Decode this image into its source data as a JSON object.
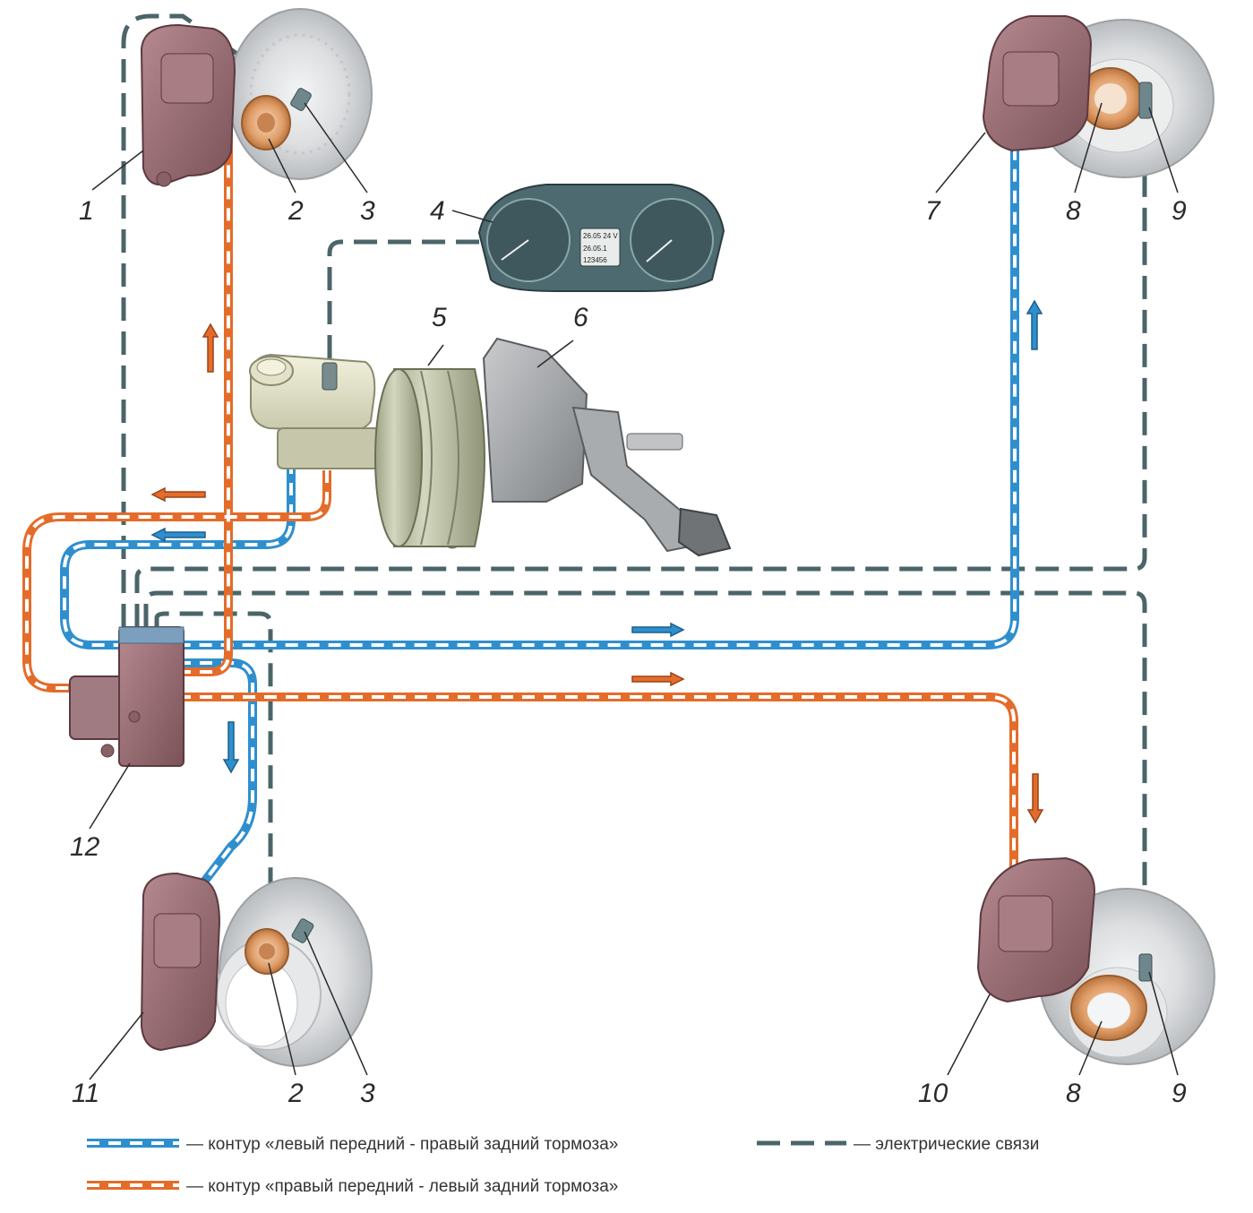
{
  "colors": {
    "blue_circuit": "#2f8fce",
    "orange_circuit": "#e46c2a",
    "electric": "#4b6568",
    "caliper": "#9a6f76",
    "disc": "#d3d5d7",
    "booster": "#b8bda3",
    "cluster": "#4d6a70",
    "sensor_ring": "#e09d67"
  },
  "labels": {
    "n1": "1",
    "n2_top": "2",
    "n3_top": "3",
    "n4": "4",
    "n5": "5",
    "n6": "6",
    "n7": "7",
    "n8_top": "8",
    "n9_top": "9",
    "n10": "10",
    "n8_bottom": "8",
    "n9_bottom": "9",
    "n11": "11",
    "n2_bottom": "2",
    "n3_bottom": "3",
    "n12": "12"
  },
  "legend": {
    "blue": "— контур «левый передний - правый задний тормоза»",
    "orange": "— контур «правый передний - левый задний тормоза»",
    "electric": "— электрические связи"
  },
  "cluster": {
    "line1": "26.05    24 V",
    "line2": "26.05.1",
    "line3": "123456"
  }
}
